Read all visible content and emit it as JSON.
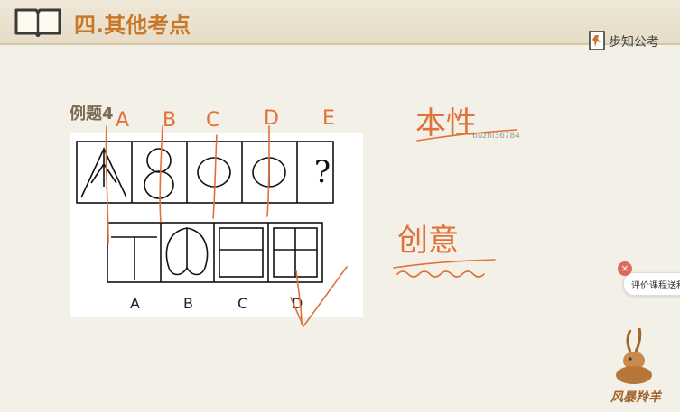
{
  "header": {
    "section_title": "四.其他考点",
    "brand_name": "步知公考"
  },
  "content": {
    "example_title": "例题4",
    "question_mark": "?",
    "option_labels": [
      "A",
      "B",
      "C",
      "D"
    ],
    "watermark": "buzhi36784"
  },
  "annotations": {
    "column_letters": [
      "A",
      "B",
      "C",
      "D",
      "E"
    ],
    "note_top": "本性",
    "note_bottom": "创意"
  },
  "feedback": {
    "label": "评价课程送积分"
  },
  "logo": {
    "text": "风暴羚羊"
  },
  "colors": {
    "accent": "#c9782a",
    "ink": "#e0713a",
    "header_bg": "#e9e0cc",
    "page_bg": "#f3f0e8"
  }
}
